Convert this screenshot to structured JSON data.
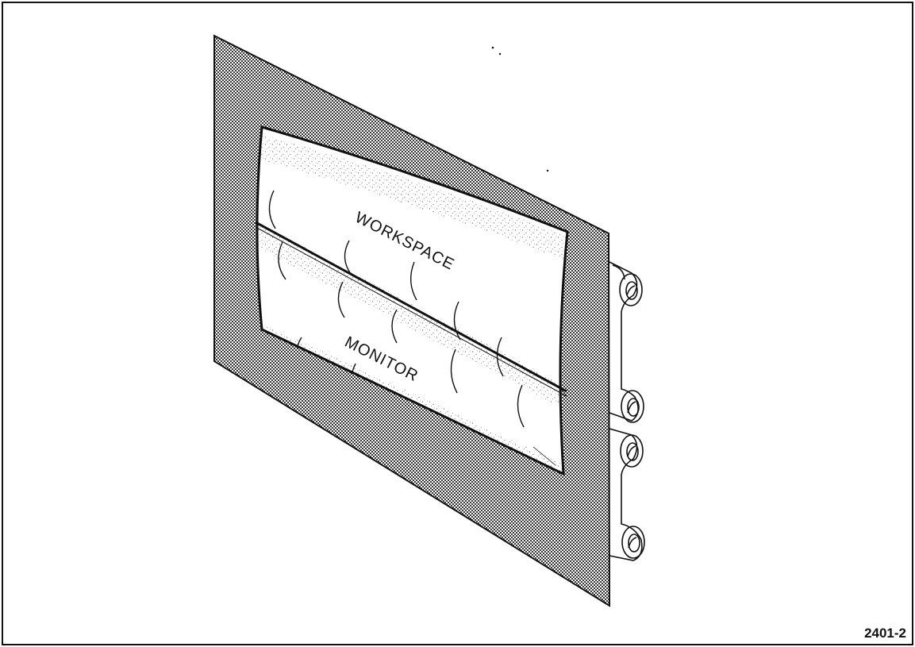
{
  "diagram": {
    "labels": {
      "upper_region": "WORKSPACE",
      "lower_region": "MONITOR"
    },
    "figure_number": "2401-2"
  },
  "colors": {
    "ink": "#111111",
    "frame_fill": "#9a9a9a",
    "background": "#ffffff"
  }
}
